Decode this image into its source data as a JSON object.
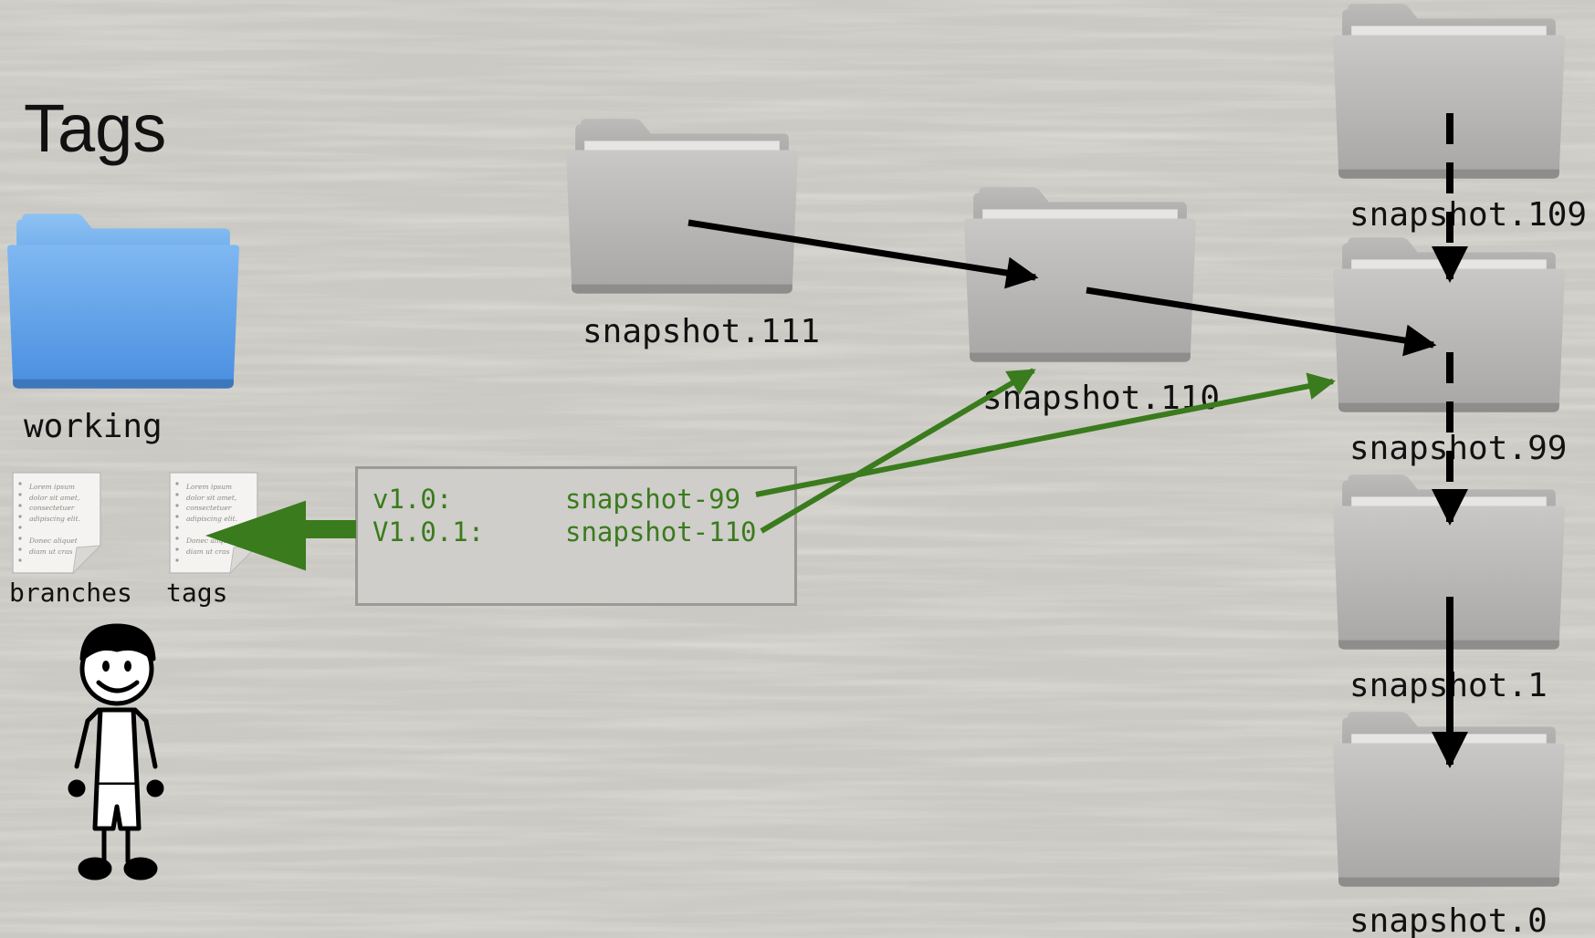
{
  "title": "Tags",
  "folders": {
    "working": "working",
    "snapshot_111": "snapshot.111",
    "snapshot_110": "snapshot.110",
    "snapshot_109": "snapshot.109",
    "snapshot_99": "snapshot.99",
    "snapshot_1": "snapshot.1",
    "snapshot_0": "snapshot.0"
  },
  "files": {
    "branches": "branches",
    "tags": "tags",
    "doc_text": [
      "Lorem ipsum",
      "dolor sit amet,",
      "consectetuer",
      "adipiscing elit.",
      "Donec aliquet",
      "diam ut cras"
    ]
  },
  "tag_table": {
    "rows": [
      {
        "name": "v1.0:",
        "target": "snapshot-99"
      },
      {
        "name": "V1.0.1:",
        "target": "snapshot-110"
      }
    ]
  },
  "colors": {
    "tag_green": "#3a7b1d",
    "arrow_black": "#000000",
    "folder_gray": "#b9b8b6",
    "folder_blue": "#5c9de6"
  }
}
